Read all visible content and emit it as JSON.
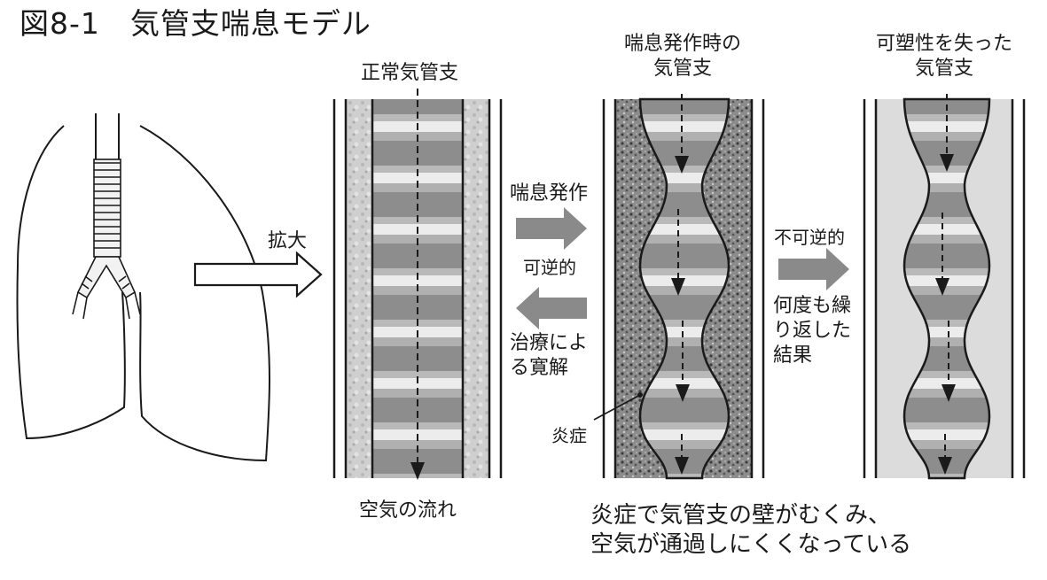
{
  "figure": {
    "title": "図8-1　気管支喘息モデル"
  },
  "panels": {
    "normal": {
      "title": "正常気管支",
      "footer": "空気の流れ"
    },
    "attack": {
      "title": "喘息発作時の\n気管支",
      "inflammation_label": "炎症"
    },
    "remodeled": {
      "title": "可塑性を失った\n気管支"
    }
  },
  "arrows": {
    "zoom": "拡大",
    "attack": "喘息発作",
    "reversible": "可逆的",
    "treatment": "治療によ\nる寛解",
    "irreversible": "不可逆的",
    "repeated": "何度も繰\nり返した\n結果"
  },
  "caption": "炎症で気管支の壁がむくみ、\n空気が通過しにくくなっている",
  "colors": {
    "line": "#1a1a1a",
    "arrow_gray": "#8a8a8a",
    "wall_light": "#d9d9d9",
    "inflamed": "#6e6e6e"
  }
}
